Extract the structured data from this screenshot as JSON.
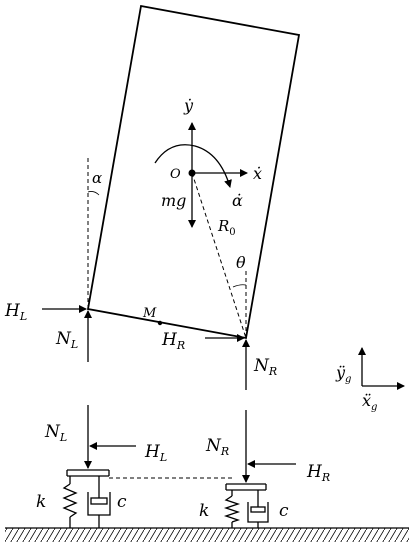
{
  "labels": {
    "y_dot": "ẏ",
    "x_dot": "ẋ",
    "origin": "O",
    "alpha_dot": "α̇",
    "mg": "mg",
    "alpha": "α",
    "R0": "R",
    "R0_sub": "0",
    "theta": "θ",
    "M": "M",
    "H": "H",
    "N": "N",
    "L": "L",
    "R": "R",
    "k": "k",
    "c": "c",
    "y_dd": "ÿ",
    "x_dd": "ẍ",
    "g": "g"
  }
}
